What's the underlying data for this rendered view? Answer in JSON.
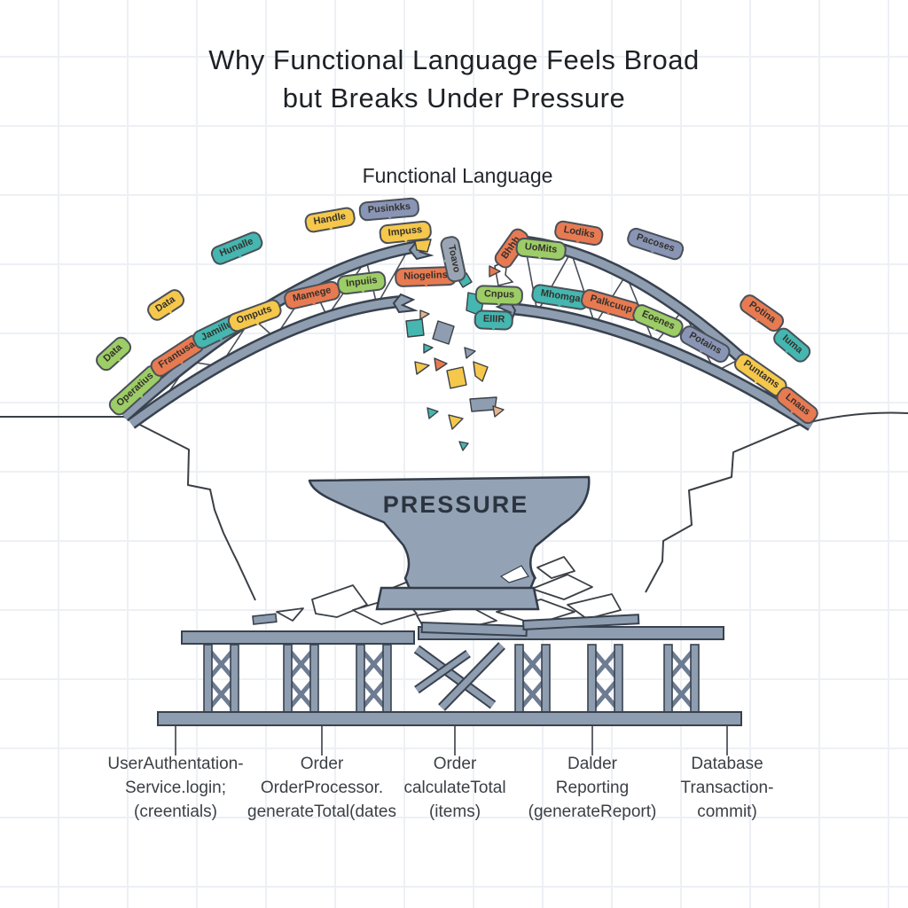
{
  "title": {
    "line1": "Why Functional Language Feels Broad",
    "line2": "but Breaks Under Pressure"
  },
  "subtitle": "Functional Language",
  "anvil_label": "PRESSURE",
  "colors": {
    "steel": "#8e9db0",
    "steel_dark": "#39424f",
    "outline": "#3b4046",
    "teal": "#45b6b0",
    "green": "#9ccd66",
    "yellow": "#f5c84c",
    "orange": "#e87a52",
    "bluegray": "#8995b5",
    "grid": "#edf0f4"
  },
  "bubbles": [
    {
      "text": "Data",
      "color": "green"
    },
    {
      "text": "Data",
      "color": "yellow"
    },
    {
      "text": "Hunalle",
      "color": "teal"
    },
    {
      "text": "Handle",
      "color": "yellow"
    },
    {
      "text": "Pusinkks",
      "color": "bluegray"
    },
    {
      "text": "Impuss",
      "color": "yellow"
    },
    {
      "text": "Operatius",
      "color": "green"
    },
    {
      "text": "Frantusa",
      "color": "orange"
    },
    {
      "text": "Jamillu",
      "color": "teal"
    },
    {
      "text": "Omputs",
      "color": "yellow"
    },
    {
      "text": "Mamege",
      "color": "orange"
    },
    {
      "text": "Inpuiis",
      "color": "green"
    },
    {
      "text": "Niogelins",
      "color": "orange"
    },
    {
      "text": "Toavo",
      "color": "gray"
    },
    {
      "text": "Bhhh",
      "color": "orange"
    },
    {
      "text": "UoMits",
      "color": "green"
    },
    {
      "text": "Cnpus",
      "color": "green"
    },
    {
      "text": "EIIIR",
      "color": "teal"
    },
    {
      "text": "Lodiks",
      "color": "orange"
    },
    {
      "text": "Pacoses",
      "color": "bluegray"
    },
    {
      "text": "Potina",
      "color": "orange"
    },
    {
      "text": "Iuma",
      "color": "teal"
    },
    {
      "text": "Mhomga",
      "color": "teal"
    },
    {
      "text": "Palkcuup",
      "color": "orange"
    },
    {
      "text": "Eoenes",
      "color": "green"
    },
    {
      "text": "Potains",
      "color": "bluegray"
    },
    {
      "text": "Puntams",
      "color": "yellow"
    },
    {
      "text": "Lnaas",
      "color": "orange"
    }
  ],
  "bottom_labels": [
    {
      "lines": [
        "UserAuthentation-",
        "Service.login;",
        "(creentials)"
      ]
    },
    {
      "lines": [
        "Order",
        "OrderProcessor.",
        "generateTotal(dates"
      ]
    },
    {
      "lines": [
        "Order",
        "calculateTotal",
        "(items)"
      ]
    },
    {
      "lines": [
        "Dalder",
        "Reporting",
        "(generateReport)"
      ]
    },
    {
      "lines": [
        "Database",
        "Transaction-",
        "commit)"
      ]
    }
  ]
}
